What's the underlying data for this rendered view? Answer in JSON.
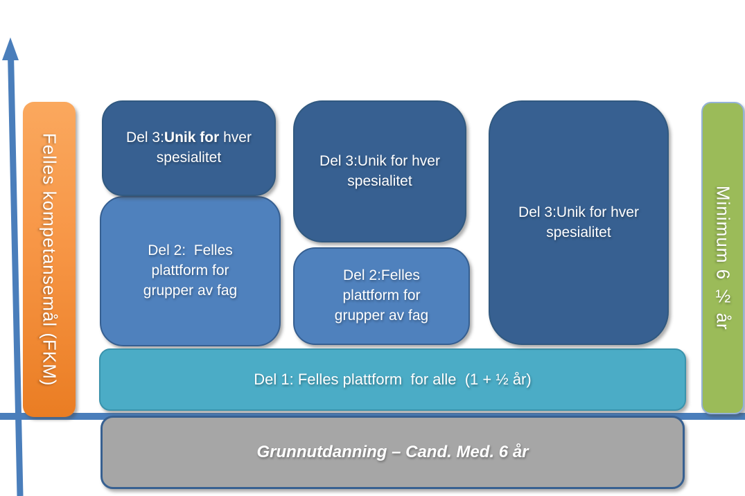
{
  "diagram": {
    "axis_color": "#4A7EBB",
    "left_bar": {
      "label": "Felles kompetansemål (FKM)",
      "color": "#F79646"
    },
    "right_bar": {
      "label": "Minimum 6 ½ år",
      "color": "#9BBB59"
    },
    "del3_boxes": [
      {
        "prefix": "Del 3:",
        "bold": "Unik for",
        "suffix": " hver spesialitet",
        "color": "#376091"
      },
      {
        "label": "Del 3:Unik for hver spesialitet",
        "color": "#376091"
      },
      {
        "label": "Del 3:Unik for hver spesialitet",
        "color": "#376091"
      }
    ],
    "del2_boxes": [
      {
        "label": "Del 2:  Felles plattform for grupper av fag",
        "color": "#4F81BD"
      },
      {
        "label": "Del 2:Felles plattform for grupper av fag",
        "color": "#4F81BD"
      }
    ],
    "del1_bar": {
      "label": "Del 1: Felles plattform  for alle  (1 + ½ år)",
      "color": "#4BACC6"
    },
    "foundation_bar": {
      "label": "Grunnutdanning – Cand. Med. 6 år",
      "color": "#A6A6A6"
    }
  }
}
